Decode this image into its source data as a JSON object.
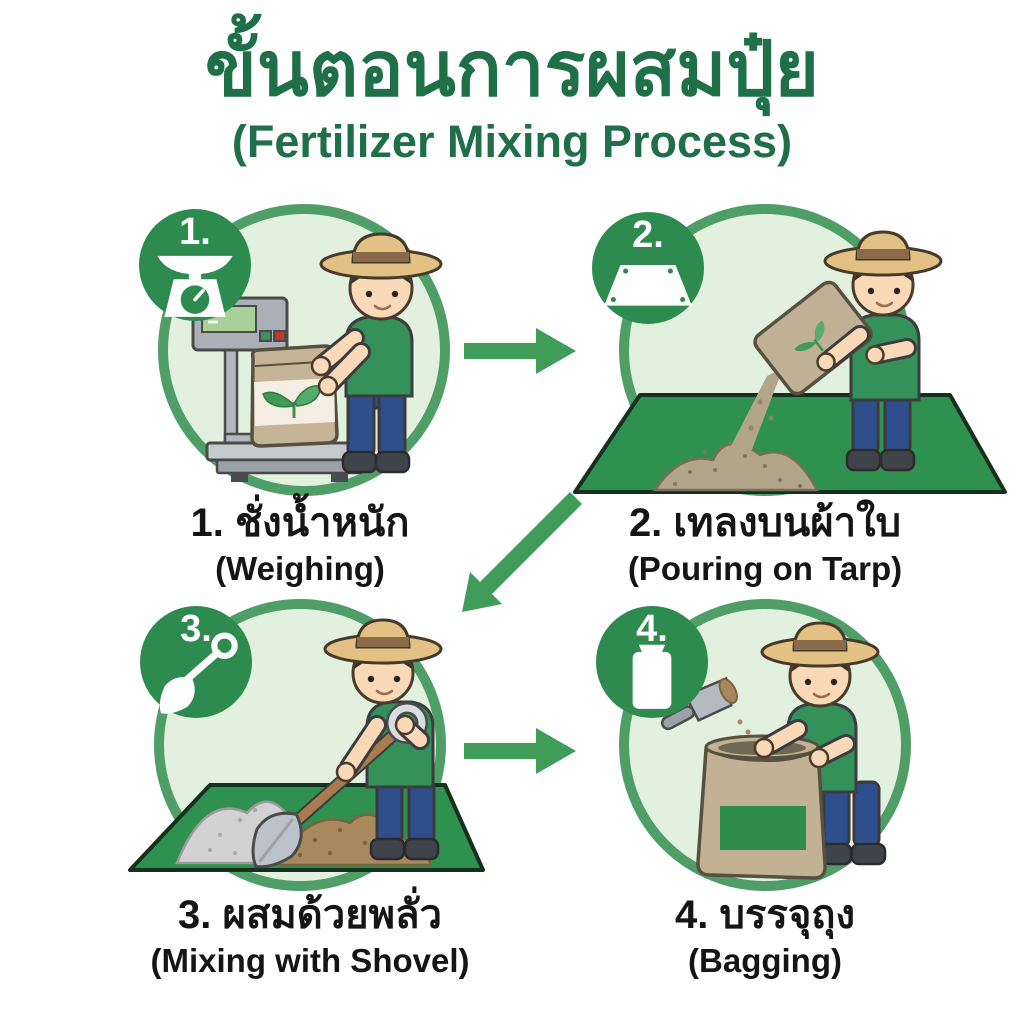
{
  "title": {
    "thai": "ขั้นตอนการผสมปุ๋ย",
    "english": "(Fertilizer Mixing Process)"
  },
  "steps": [
    {
      "badge": "1.",
      "label_thai": "1. ชั่งน้ำหนัก",
      "label_english": "(Weighing)",
      "icon": "weighing-scale"
    },
    {
      "badge": "2.",
      "label_thai": "2. เทลงบนผ้าใบ",
      "label_english": "(Pouring on Tarp)",
      "icon": "tarp"
    },
    {
      "badge": "3.",
      "label_thai": "3. ผสมด้วยพลั่ว",
      "label_english": "(Mixing with Shovel)",
      "icon": "shovel"
    },
    {
      "badge": "4.",
      "label_thai": "4. บรรจุถุง",
      "label_english": "(Bagging)",
      "icon": "fertilizer-bag"
    }
  ],
  "colors": {
    "title_green": "#1f6f48",
    "badge_green": "#2e8b50",
    "ring_green": "#4f9e68",
    "circle_fill": "#e2f0de",
    "tarp_green": "#2e9150",
    "arrow_green": "#3f9c59",
    "label_text": "#151515",
    "background": "#ffffff"
  }
}
